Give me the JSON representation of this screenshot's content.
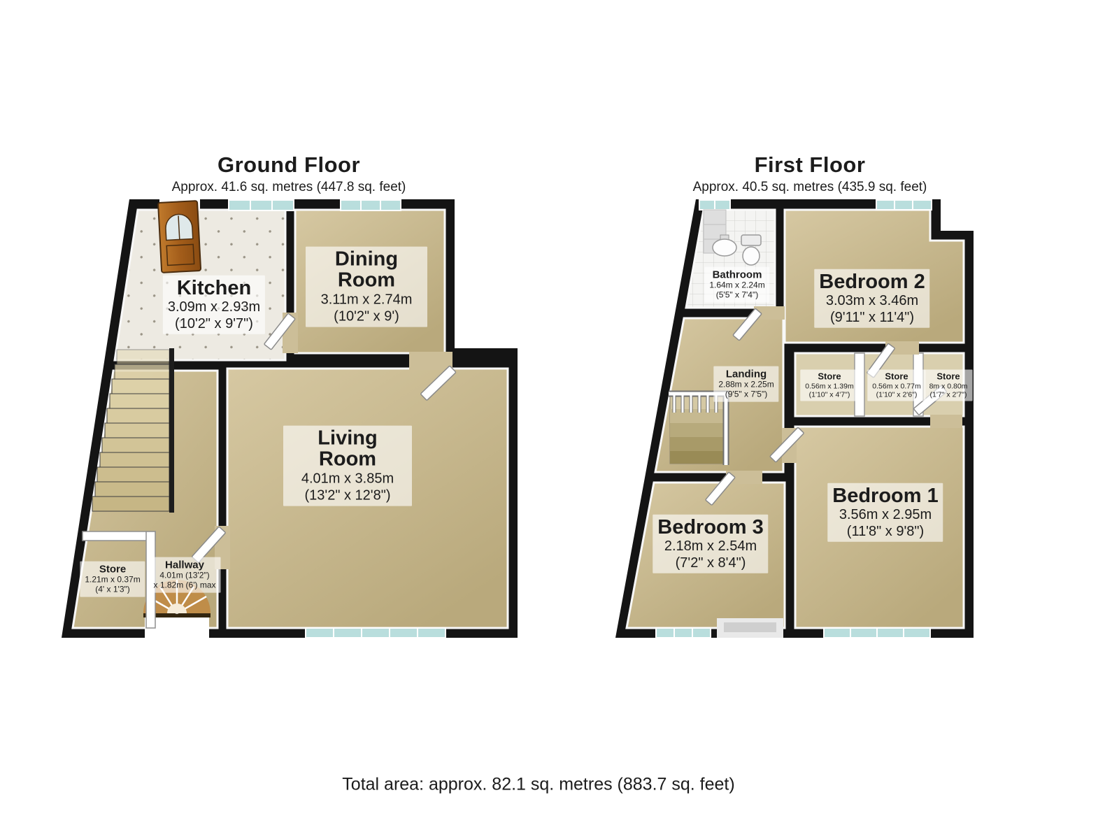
{
  "page": {
    "footer_total": "Total area: approx. 82.1 sq. metres (883.7 sq. feet)"
  },
  "colors": {
    "wall": "#141414",
    "floor_tan_light": "#d6c8a2",
    "floor_tan_dark": "#b9a97c",
    "kitchen_tile": "#edeae2",
    "window_glass": "#b9dedd",
    "door_wood": "#a35d1a",
    "label_text": "#1c1c1c"
  },
  "ground_floor": {
    "title": "Ground Floor",
    "subtitle": "Approx. 41.6 sq. metres (447.8 sq. feet)",
    "rooms": {
      "kitchen": {
        "name": "Kitchen",
        "metric": "3.09m x 2.93m",
        "imperial": "(10'2\" x 9'7\")"
      },
      "dining_room": {
        "name": "Dining Room",
        "metric": "3.11m x 2.74m",
        "imperial": "(10'2\" x 9')"
      },
      "living_room": {
        "name": "Living Room",
        "metric": "4.01m x 3.85m",
        "imperial": "(13'2\" x 12'8\")"
      },
      "hallway": {
        "name": "Hallway",
        "metric": "4.01m (13'2\")",
        "imperial": "x 1.82m (6') max"
      },
      "store": {
        "name": "Store",
        "metric": "1.21m x 0.37m",
        "imperial": "(4' x 1'3\")"
      }
    }
  },
  "first_floor": {
    "title": "First Floor",
    "subtitle": "Approx. 40.5 sq. metres (435.9 sq. feet)",
    "rooms": {
      "bathroom": {
        "name": "Bathroom",
        "metric": "1.64m x 2.24m",
        "imperial": "(5'5\" x 7'4\")"
      },
      "bedroom2": {
        "name": "Bedroom 2",
        "metric": "3.03m x 3.46m",
        "imperial": "(9'11\" x 11'4\")"
      },
      "landing": {
        "name": "Landing",
        "metric": "2.88m x 2.25m",
        "imperial": "(9'5\" x 7'5\")"
      },
      "store1": {
        "name": "Store",
        "metric": "0.56m x 1.39m",
        "imperial": "(1'10\" x 4'7\")"
      },
      "store2": {
        "name": "Store",
        "metric": "0.56m x 0.77m",
        "imperial": "(1'10\" x 2'6\")"
      },
      "store3": {
        "name": "Store",
        "metric": "8m x 0.80m",
        "imperial": "(1'7\" x 2'7\")"
      },
      "bedroom1": {
        "name": "Bedroom 1",
        "metric": "3.56m x 2.95m",
        "imperial": "(11'8\" x 9'8\")"
      },
      "bedroom3": {
        "name": "Bedroom 3",
        "metric": "2.18m x 2.54m",
        "imperial": "(7'2\" x 8'4\")"
      }
    }
  }
}
